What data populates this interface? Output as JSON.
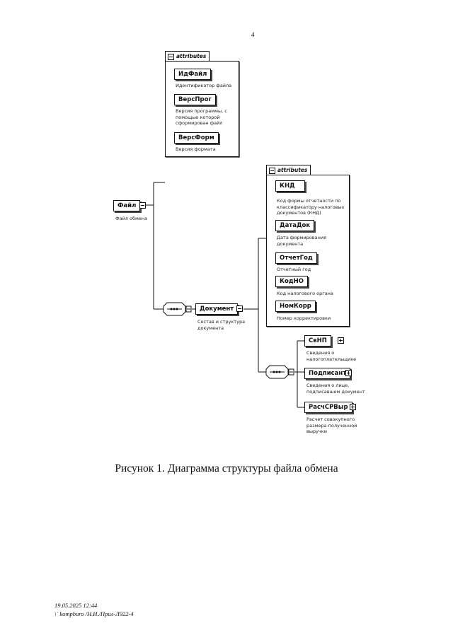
{
  "page_number": "4",
  "diagram": {
    "root": {
      "name": "Файл",
      "description": "Файл обмена"
    },
    "root_attributes": {
      "label": "attributes",
      "items": [
        {
          "name": "ИдФайл",
          "description": "Идентификатор файла"
        },
        {
          "name": "ВерсПрог",
          "description": "Версия программы, с помощью которой сформирован файл"
        },
        {
          "name": "ВерсФорм",
          "description": "Версия формата"
        }
      ]
    },
    "document": {
      "name": "Документ",
      "description": "Состав и структура документа"
    },
    "document_attributes": {
      "label": "attributes",
      "items": [
        {
          "name": "КНД",
          "description": "Код формы отчетности по классификатору налоговых документов (КНД)"
        },
        {
          "name": "ДатаДок",
          "description": "Дата формирования документа"
        },
        {
          "name": "ОтчетГод",
          "description": "Отчетный год"
        },
        {
          "name": "КодНО",
          "description": "Код налогового органа"
        },
        {
          "name": "НомКорр",
          "description": "Номер корректировки"
        }
      ]
    },
    "document_children": [
      {
        "name": "СвНП",
        "description": "Сведения о налогоплательщике"
      },
      {
        "name": "Подписант",
        "description": "Сведения о лице, подписавшем документ"
      },
      {
        "name": "РасчСРВыр",
        "description": "Расчет совокупного размера полученной выручки"
      }
    ]
  },
  "caption": "Рисунок 1. Диаграмма структуры файла обмена",
  "footer": {
    "timestamp": "19.05.2025 12:44",
    "path": "\\` kompburo /Н.И./Прил-Л922-4"
  }
}
